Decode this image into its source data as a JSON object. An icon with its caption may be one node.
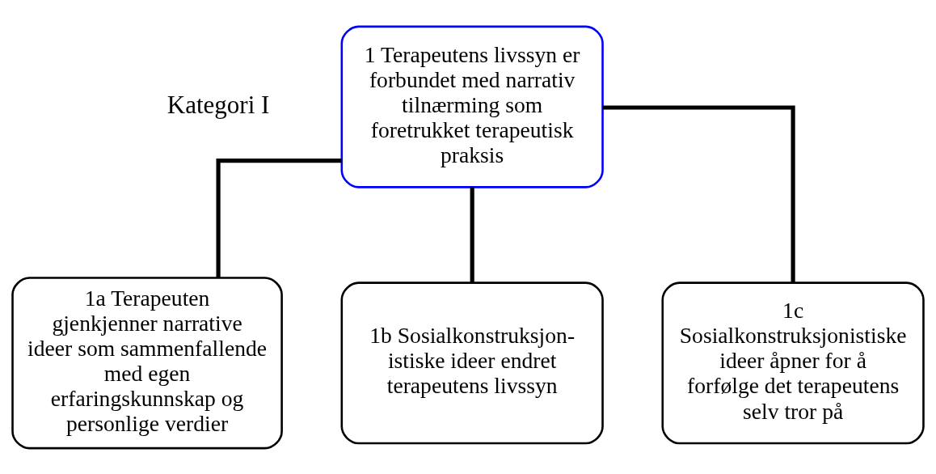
{
  "diagram": {
    "nodes": [
      {
        "text": [
          "1 Terapeutens livssyn er forbundet med narrativ tilnærming som foretrukket terapeutisk praksis"
        ]
      },
      {
        "text": [
          "1a Terapeuten gjenkjenner narrative ideer som sammenfallende med egen erfaringskunnskap og personlige verdier"
        ]
      },
      {
        "text": [
          "1b Sosialkonstruksjon- istiske ideer endret terapeutens livssyn"
        ]
      },
      {
        "text": [
          "1c Sosialkonstruksjonistiske ideer åpner for å forfølge det terapeutens selv tror på"
        ]
      }
    ],
    "edges": [
      {
        "from": 0,
        "to": 1,
        "arrow": "none"
      },
      {
        "from": 0,
        "to": 2,
        "arrow": "none"
      },
      {
        "from": 0,
        "to": 3,
        "arrow": "none"
      }
    ],
    "labels": [
      "Kategori I"
    ]
  }
}
